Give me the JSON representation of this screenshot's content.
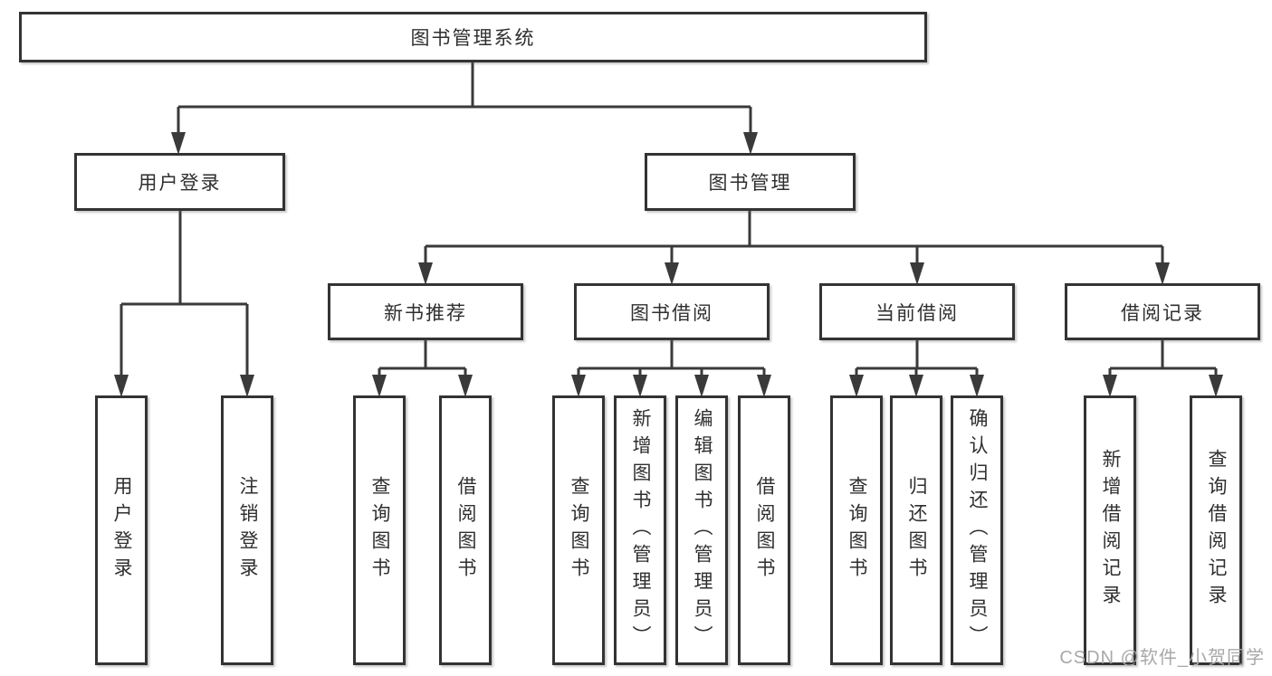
{
  "diagram": {
    "title_node": "图书管理系统",
    "nodes": {
      "root": "图书管理系统",
      "user_login": "用户登录",
      "book_management": "图书管理",
      "new_book_recommend": "新书推荐",
      "book_borrow": "图书借阅",
      "current_borrow": "当前借阅",
      "borrow_record": "借阅记录",
      "leaves": [
        "用户登录",
        "注销登录",
        "查询图书",
        "借阅图书",
        "查询图书",
        "新增图书（管理员）",
        "编辑图书（管理员）",
        "借阅图书",
        "查询图书",
        "归还图书",
        "确认归还（管理员）",
        "新增借阅记录",
        "查询借阅记录"
      ]
    },
    "colors": {
      "line": "#3a3a3a",
      "box_border": "#333333",
      "box_fill": "#ffffff",
      "text": "#2f2f2f",
      "watermark": "#a8a8a8"
    },
    "watermark": "CSDN @软件_小贺同学"
  }
}
